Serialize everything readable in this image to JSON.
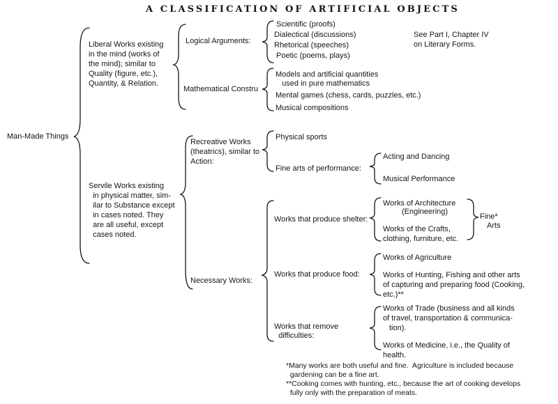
{
  "title_part1": "A CLASSIFICATION",
  "title_part2": "OF ARTIFICIAL OBJECTS",
  "root": "Man-Made Things",
  "liberal": {
    "label": [
      "Liberal Works existing",
      "in the mind (works of",
      "the mind); similar to",
      "Quality (figure, etc.),",
      "Quantity, & Relation."
    ],
    "logical": {
      "label": "Logical Arguments:",
      "items": [
        "Scientific (proofs)",
        "Dialectical (discussions)",
        "Rhetorical (speeches)",
        "Poetic (poems, plays)"
      ],
      "note": [
        "See Part I, Chapter IV",
        "on Literary Forms."
      ]
    },
    "math": {
      "label": "Mathematical Constru",
      "items": [
        "Models and artificial quantities",
        "   used in pure mathematics",
        "Mental games (chess, cards, puzzles, etc.)",
        "Musical compositions"
      ]
    }
  },
  "servile": {
    "label": [
      "Servile Works existing",
      "  in physical matter, sim-",
      "  ilar to Substance except",
      "  in cases noted. They",
      "  are all useful, except",
      "  cases noted."
    ],
    "recreative": {
      "label": [
        "Recreative Works",
        "(theatrics), similar to",
        "Action:"
      ],
      "sports": "Physical sports",
      "fine_perf": "Fine arts of performance:",
      "fine_perf_items": [
        "Acting and Dancing",
        "Musical Performance"
      ]
    },
    "necessary": {
      "label": "Necessary Works:",
      "shelter": {
        "label": "Works that produce shelter:",
        "items": [
          "Works of Architecture",
          "(Engineering)",
          "Works of the Crafts,",
          "clothing, furniture, etc."
        ],
        "fine_arts": [
          "Fine*",
          "Arts"
        ]
      },
      "food": {
        "label": "Works that produce food:",
        "items": [
          "Works of Agriculture",
          "Works of Hunting, Fishing and other arts",
          "of capturing and preparing food (Cooking,",
          "etc.)**"
        ]
      },
      "difficulties": {
        "label": [
          "Works that remove",
          "  difficulties:"
        ],
        "items": [
          "Works of Trade (business and all kinds",
          "of travel, transportation & communica-",
          "tion).",
          "Works of Medicine, i.e., the Quality of",
          "health."
        ]
      }
    }
  },
  "footnotes": [
    "*Many works are both useful and fine.  Agriculture is included because",
    "  gardening can be a fine art.",
    "**Cooking comes with hunting, etc., because the art of cooking develops",
    "  fully only with the preparation of meats."
  ]
}
